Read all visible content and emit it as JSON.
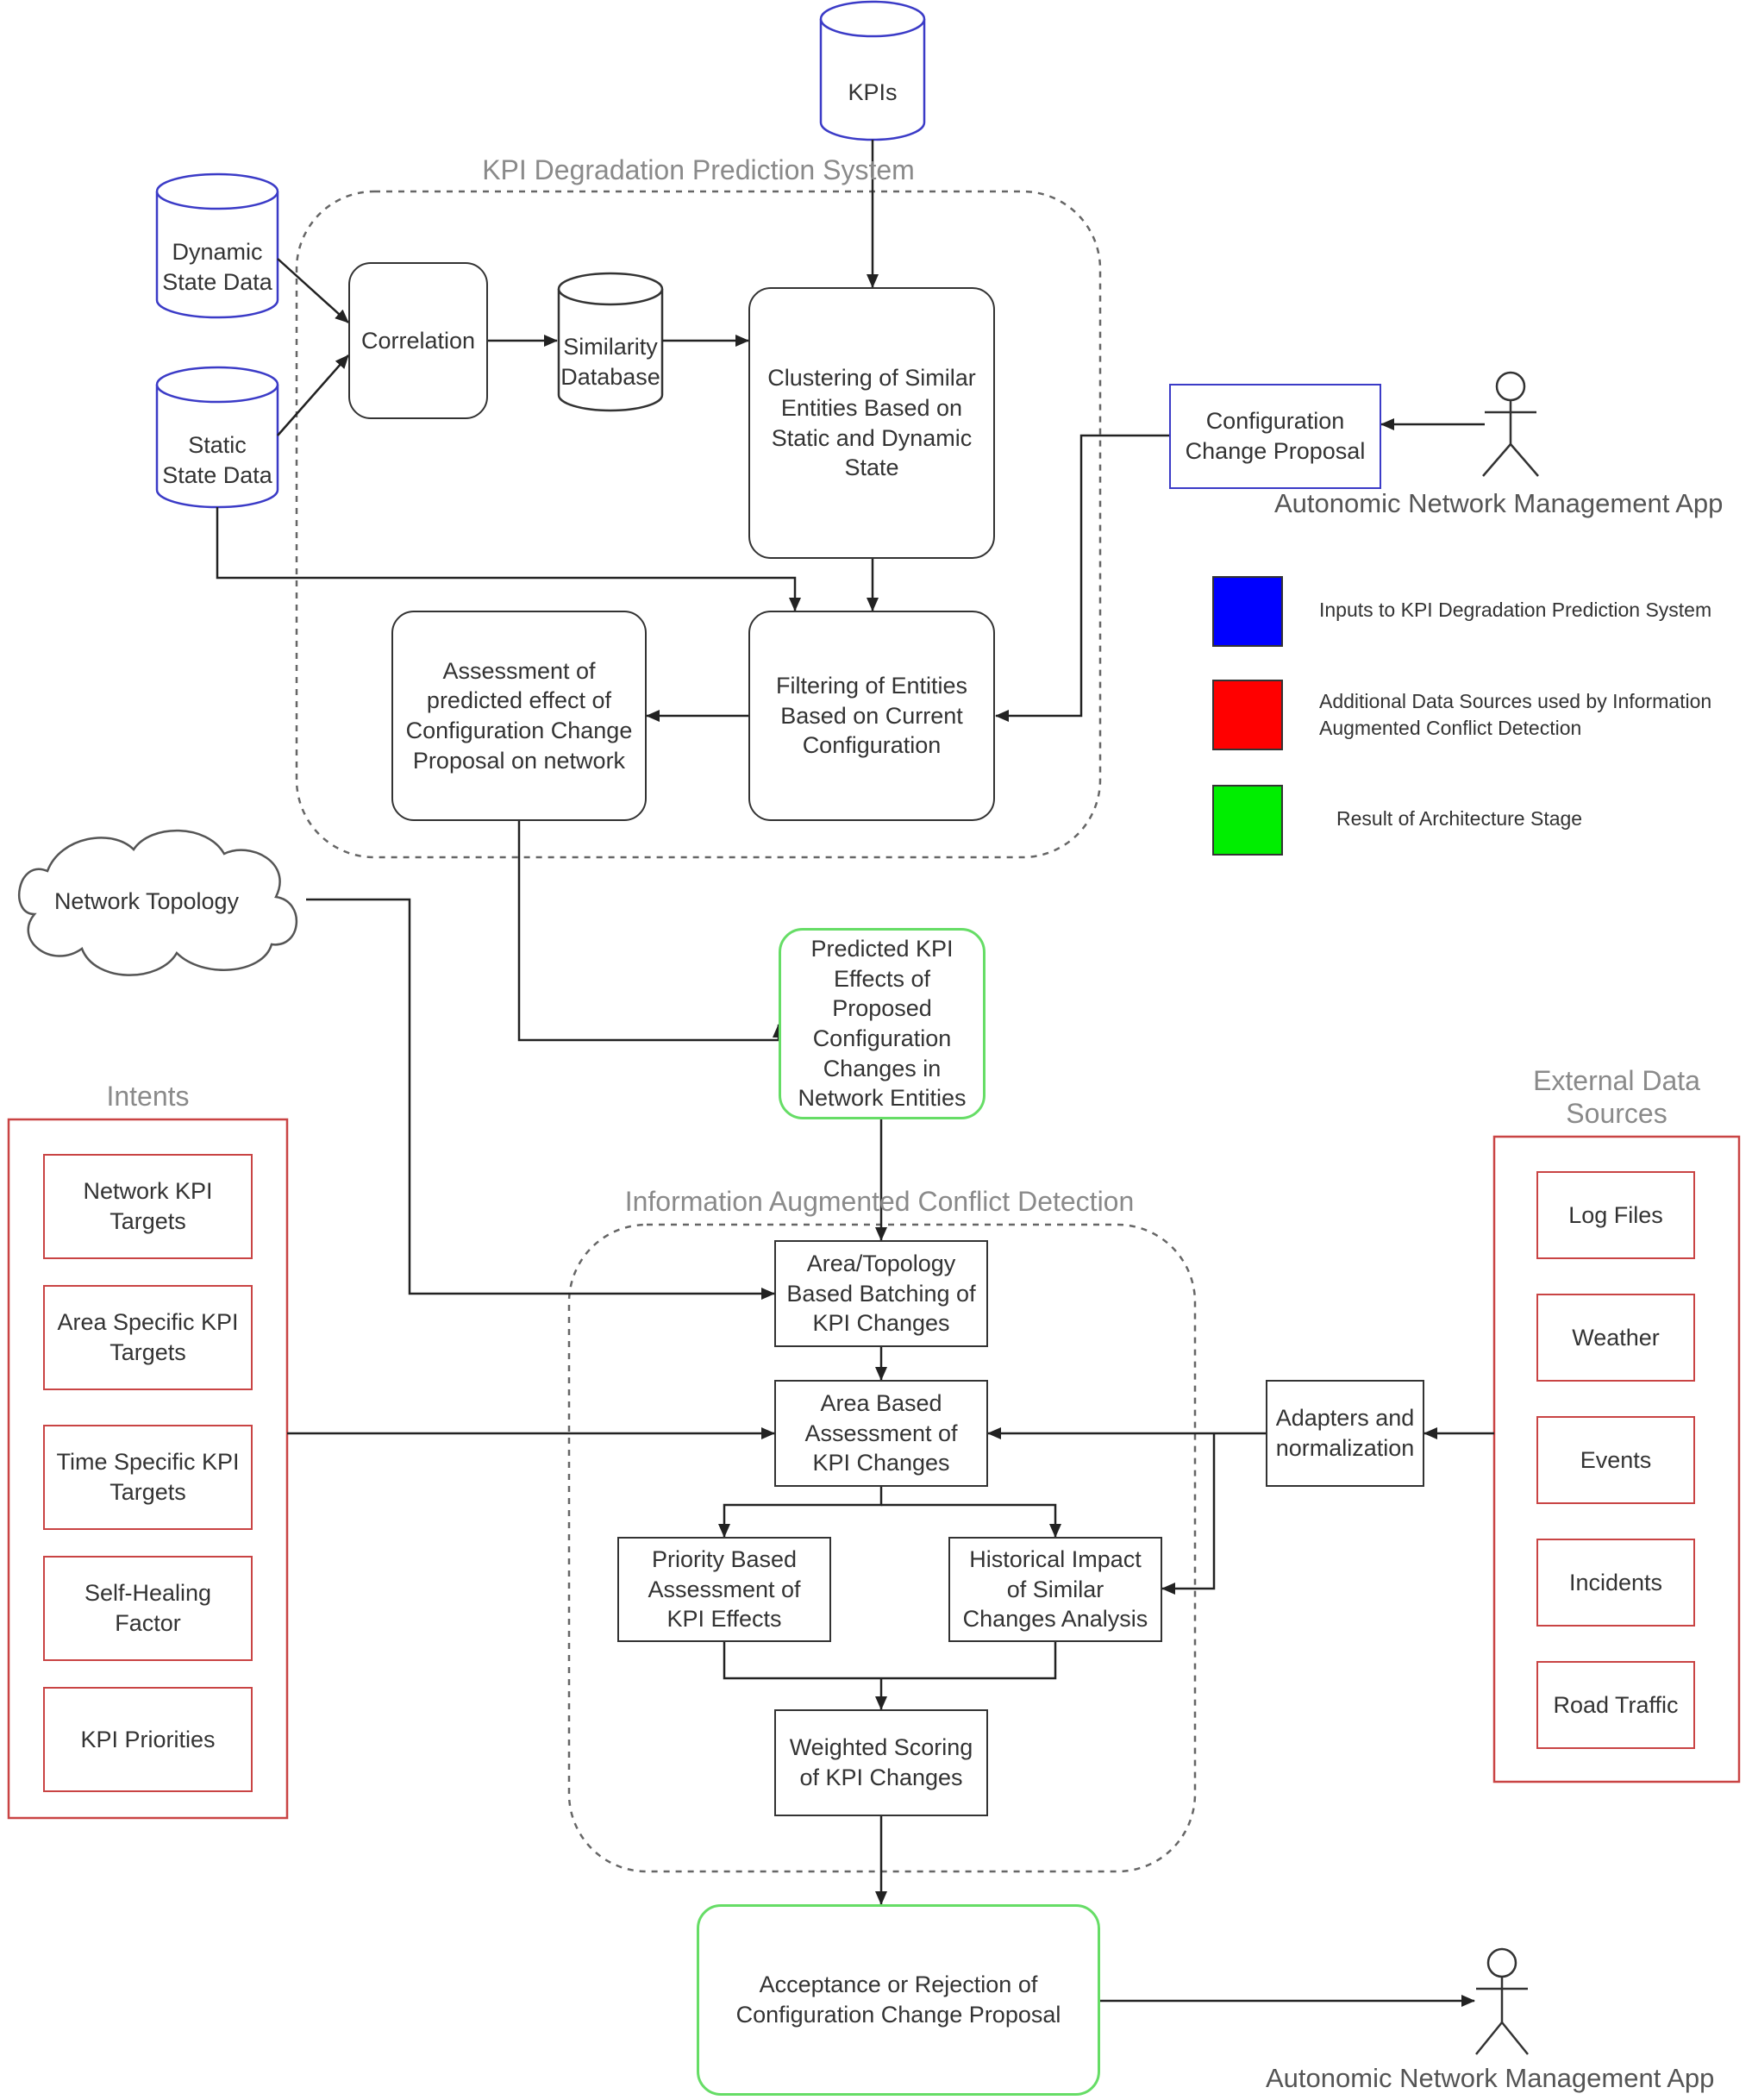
{
  "inputs": {
    "kpis": "KPIs",
    "dynamic_state": "Dynamic\nState Data",
    "static_state": "Static\nState Data",
    "similarity_db": "Similarity\nDatabase",
    "network_topology": "Network Topology"
  },
  "prediction_system": {
    "title": "KPI Degradation Prediction System",
    "correlation": "Correlation",
    "clustering": "Clustering of Similar\nEntities Based on\nStatic and Dynamic\nState",
    "filtering": "Filtering of Entities\nBased on Current\nConfiguration",
    "assessment": "Assessment of\npredicted effect of\nConfiguration Change\nProposal on network"
  },
  "proposal": "Configuration\nChange Proposal",
  "actor_label": "Autonomic Network Management App",
  "legend": [
    {
      "color": "#0000ff",
      "text": "Inputs to KPI Degradation Prediction System"
    },
    {
      "color": "#ff0000",
      "text": "Additional Data Sources used by Information\nAugmented Conflict Detection"
    },
    {
      "color": "#00ee00",
      "text": "Result of Architecture Stage"
    }
  ],
  "predicted_effects": "Predicted KPI\nEffects of\nProposed\nConfiguration\nChanges in\nNetwork Entities",
  "intents": {
    "title": "Intents",
    "items": [
      "Network KPI\nTargets",
      "Area Specific KPI\nTargets",
      "Time Specific KPI\nTargets",
      "Self-Healing\nFactor",
      "KPI Priorities"
    ]
  },
  "external": {
    "title": "External Data\nSources",
    "items": [
      "Log Files",
      "Weather",
      "Events",
      "Incidents",
      "Road Traffic"
    ]
  },
  "adapters": "Adapters and\nnormalization",
  "conflict_detection": {
    "title": "Information Augmented Conflict Detection",
    "batching": "Area/Topology\nBased Batching of\nKPI Changes",
    "area_assessment": "Area Based\nAssessment of\nKPI Changes",
    "priority": "Priority Based\nAssessment of\nKPI Effects",
    "historical": "Historical Impact\nof Similar\nChanges Analysis",
    "weighted": "Weighted Scoring\nof KPI Changes"
  },
  "result": "Acceptance or Rejection of\nConfiguration Change Proposal",
  "colors": {
    "blue": "#3b3bc7",
    "red": "#c94444",
    "green": "#66dd66",
    "line": "#222222",
    "dashed": "#666666"
  }
}
